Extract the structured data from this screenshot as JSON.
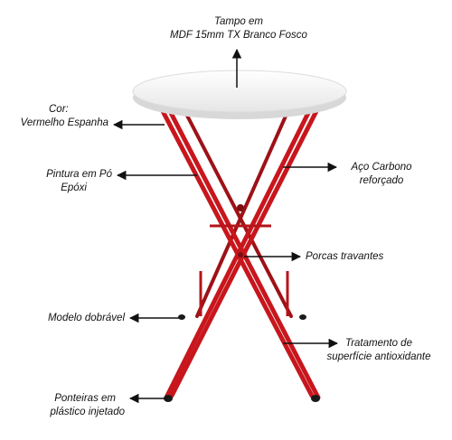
{
  "callouts": {
    "top": {
      "line1": "Tampo em",
      "line2": "MDF 15mm TX Branco Fosco"
    },
    "color": {
      "line1": "Cor:",
      "line2": "Vermelho Espanha"
    },
    "paint": {
      "line1": "Pintura em Pó",
      "line2": "Epóxi"
    },
    "steel": {
      "line1": "Aço Carbono",
      "line2": "reforçado"
    },
    "nuts": {
      "line1": "Porcas travantes"
    },
    "folding": {
      "line1": "Modelo dobrável"
    },
    "treatment": {
      "line1": "Tratamento de",
      "line2": "superfície antioxidante"
    },
    "tips": {
      "line1": "Ponteiras em",
      "line2": "plástico injetado"
    }
  },
  "colors": {
    "frame": "#c8161d",
    "frame_dark": "#8e0f14",
    "top": "#f4f4f4",
    "arrow": "#111111",
    "tip": "#1a1a1a"
  },
  "icons": [
    "arrow-icon"
  ]
}
